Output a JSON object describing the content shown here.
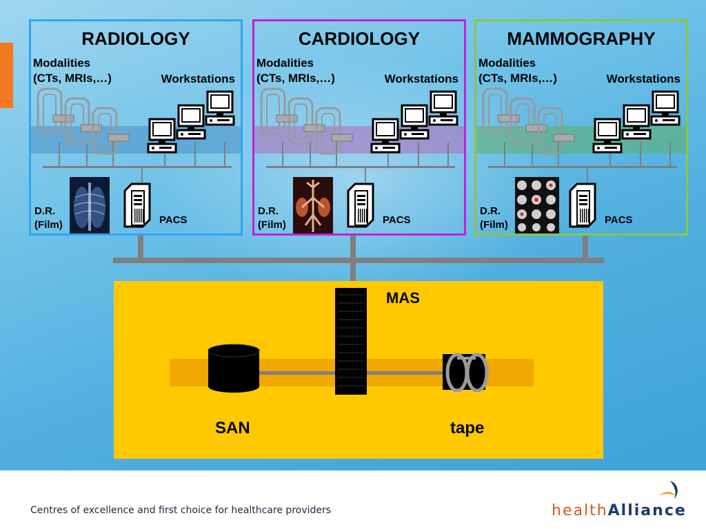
{
  "departments": [
    {
      "title": "RADIOLOGY",
      "modalities_line1": "Modalities",
      "modalities_line2": "(CTs, MRIs,…)",
      "workstations": "Workstations",
      "dr_line1": "D.R.",
      "dr_line2": "(Film)",
      "pacs": "PACS",
      "border_color": "#2ea6f0",
      "band_color": "#4a90c8"
    },
    {
      "title": "CARDIOLOGY",
      "modalities_line1": "Modalities",
      "modalities_line2": "(CTs, MRIs,…)",
      "workstations": "Workstations",
      "dr_line1": "D.R.",
      "dr_line2": "(Film)",
      "pacs": "PACS",
      "border_color": "#c21fd6",
      "band_color": "#b06ab8"
    },
    {
      "title": "MAMMOGRAPHY",
      "modalities_line1": "Modalities",
      "modalities_line2": "(CTs, MRIs,…)",
      "workstations": "Workstations",
      "dr_line1": "D.R.",
      "dr_line2": "(Film)",
      "pacs": "PACS",
      "border_color": "#8cc63f",
      "band_color": "#5fae6a"
    }
  ],
  "storage": {
    "mas_label": "MAS",
    "san_label": "SAN",
    "tape_label": "tape",
    "area_color": "#ffc800",
    "band_color": "#f0a800"
  },
  "footer": {
    "tagline": "Centres of excellence and first choice for healthcare providers",
    "logo_part1": "health",
    "logo_part2": "Alliance"
  },
  "colors": {
    "accent_tab": "#f47920",
    "network_line": "#7f7f7f"
  }
}
